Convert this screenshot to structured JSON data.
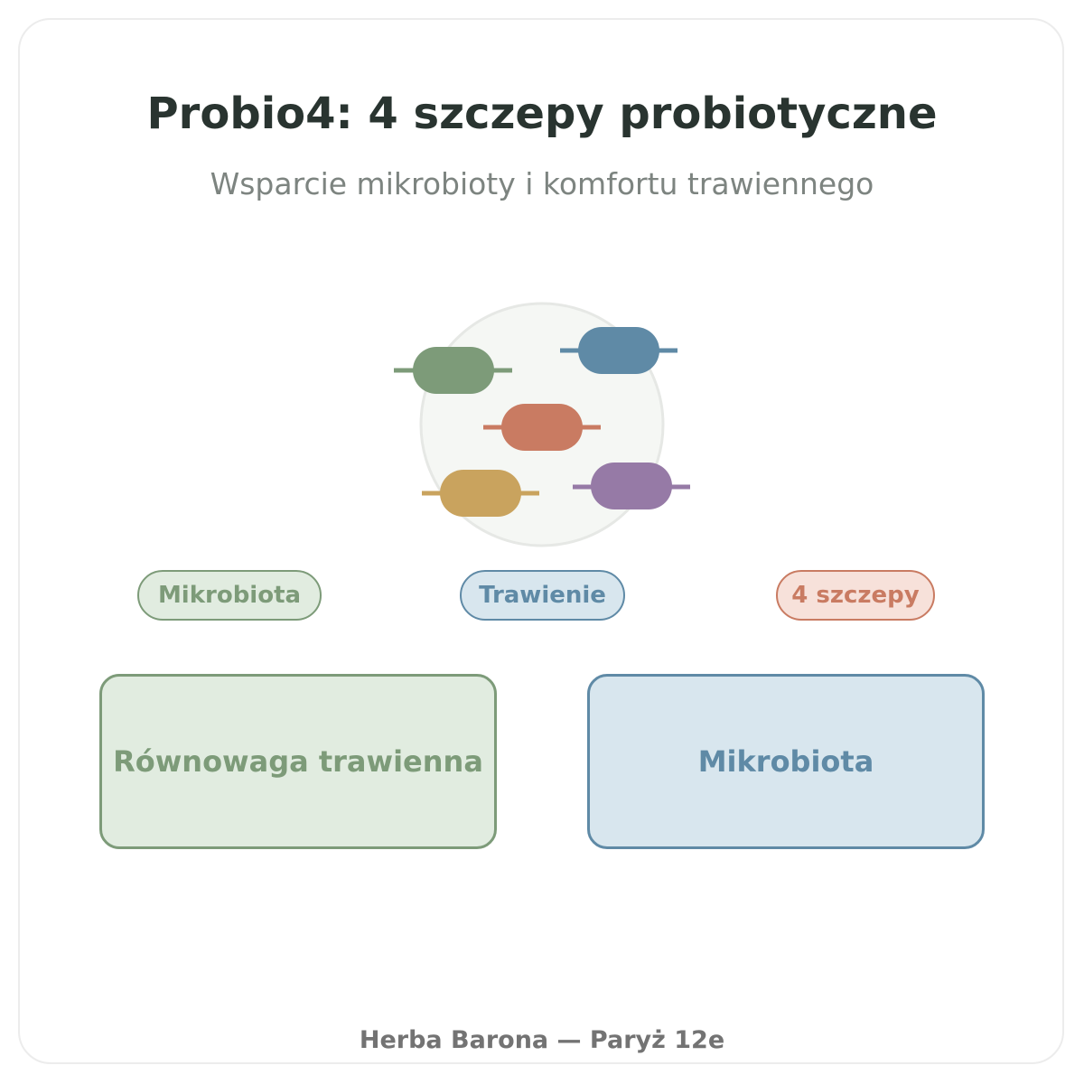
{
  "header": {
    "title": "Probio4: 4 szczepy probiotyczne",
    "subtitle": "Wsparcie mikrobioty i komfortu trawiennego"
  },
  "illustration": {
    "circle_color": "#f5f7f4",
    "circle_border": "#e6e8e5",
    "bacteria_colors": [
      "#7d9b79",
      "#5f8aa6",
      "#c97b62",
      "#c9a35e",
      "#967aa6"
    ]
  },
  "tags": [
    {
      "label": "Mikrobiota",
      "color": "#7d9b79"
    },
    {
      "label": "Trawienie",
      "color": "#5f8aa6"
    },
    {
      "label": "4 szczepy",
      "color": "#c97b62"
    }
  ],
  "boxes": [
    {
      "label": "Równowaga trawienna",
      "color": "#7d9b79"
    },
    {
      "label": "Mikrobiota",
      "color": "#5f8aa6"
    }
  ],
  "footer": {
    "text": "Herba Barona — Paryż 12e"
  }
}
